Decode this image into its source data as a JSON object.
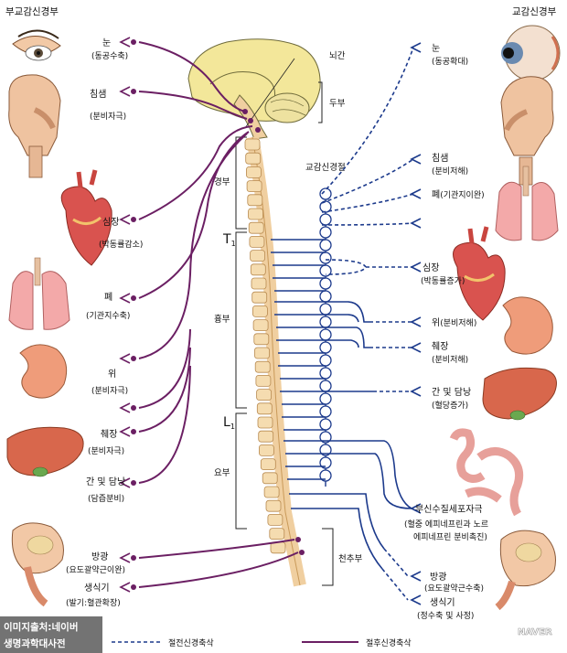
{
  "headers": {
    "parasympathetic": "부교감신경부",
    "sympathetic": "교감신경부"
  },
  "center_labels": {
    "brainstem": "뇌간",
    "head": "두부",
    "sympathetic_chain": "교감신경절",
    "cervical": "경부",
    "thoracic": "흉부",
    "lumbar": "요부",
    "sacral": "천추부",
    "t1": "T",
    "t1_sub": "1",
    "l1": "L",
    "l1_sub": "1"
  },
  "parasympathetic_targets": [
    {
      "name": "눈",
      "effect": "(동공수축)"
    },
    {
      "name": "침샘",
      "effect": "(분비자극)"
    },
    {
      "name": "심장",
      "effect": "(박동률감소)"
    },
    {
      "name": "폐",
      "effect": "(기관지수축)"
    },
    {
      "name": "위",
      "effect": "(분비자극)"
    },
    {
      "name": "췌장",
      "effect": "(분비자극)"
    },
    {
      "name": "간 및 담낭",
      "effect": "(담즙분비)"
    },
    {
      "name": "방광",
      "effect": "(요도괄약근이완)"
    },
    {
      "name": "생식기",
      "effect": "(발기:혈관확장)"
    }
  ],
  "sympathetic_targets": [
    {
      "name": "눈",
      "effect": "(동공확대)"
    },
    {
      "name": "침샘",
      "effect": "(분비저해)"
    },
    {
      "name": "폐",
      "effect": "(기관지이완)"
    },
    {
      "name": "심장",
      "effect": "(박동률증가)"
    },
    {
      "name": "위",
      "effect": "(분비저해)"
    },
    {
      "name": "췌장",
      "effect": "(분비저해)"
    },
    {
      "name": "간 및 담낭",
      "effect": "(혈당증가)"
    },
    {
      "name": "부신수질세포자극",
      "effect": "(혈중 에피네프린과 노르",
      "effect2": "에피네프린 분비촉진)"
    },
    {
      "name": "방광",
      "effect": "(요도괄약근수축)"
    },
    {
      "name": "생식기",
      "effect": "(정수축 및 사정)"
    }
  ],
  "legend": {
    "preganglionic": "절전신경축삭",
    "postganglionic": "절후신경축삭"
  },
  "credit": {
    "line1": "이미지출처:네이버",
    "line2": "생명과학대사전"
  },
  "watermark": "NAVER",
  "colors": {
    "parasympathetic": "#6b1f63",
    "sympathetic": "#1c3a8c",
    "spine": "#f0d7a8",
    "brain": "#f3e79a"
  }
}
